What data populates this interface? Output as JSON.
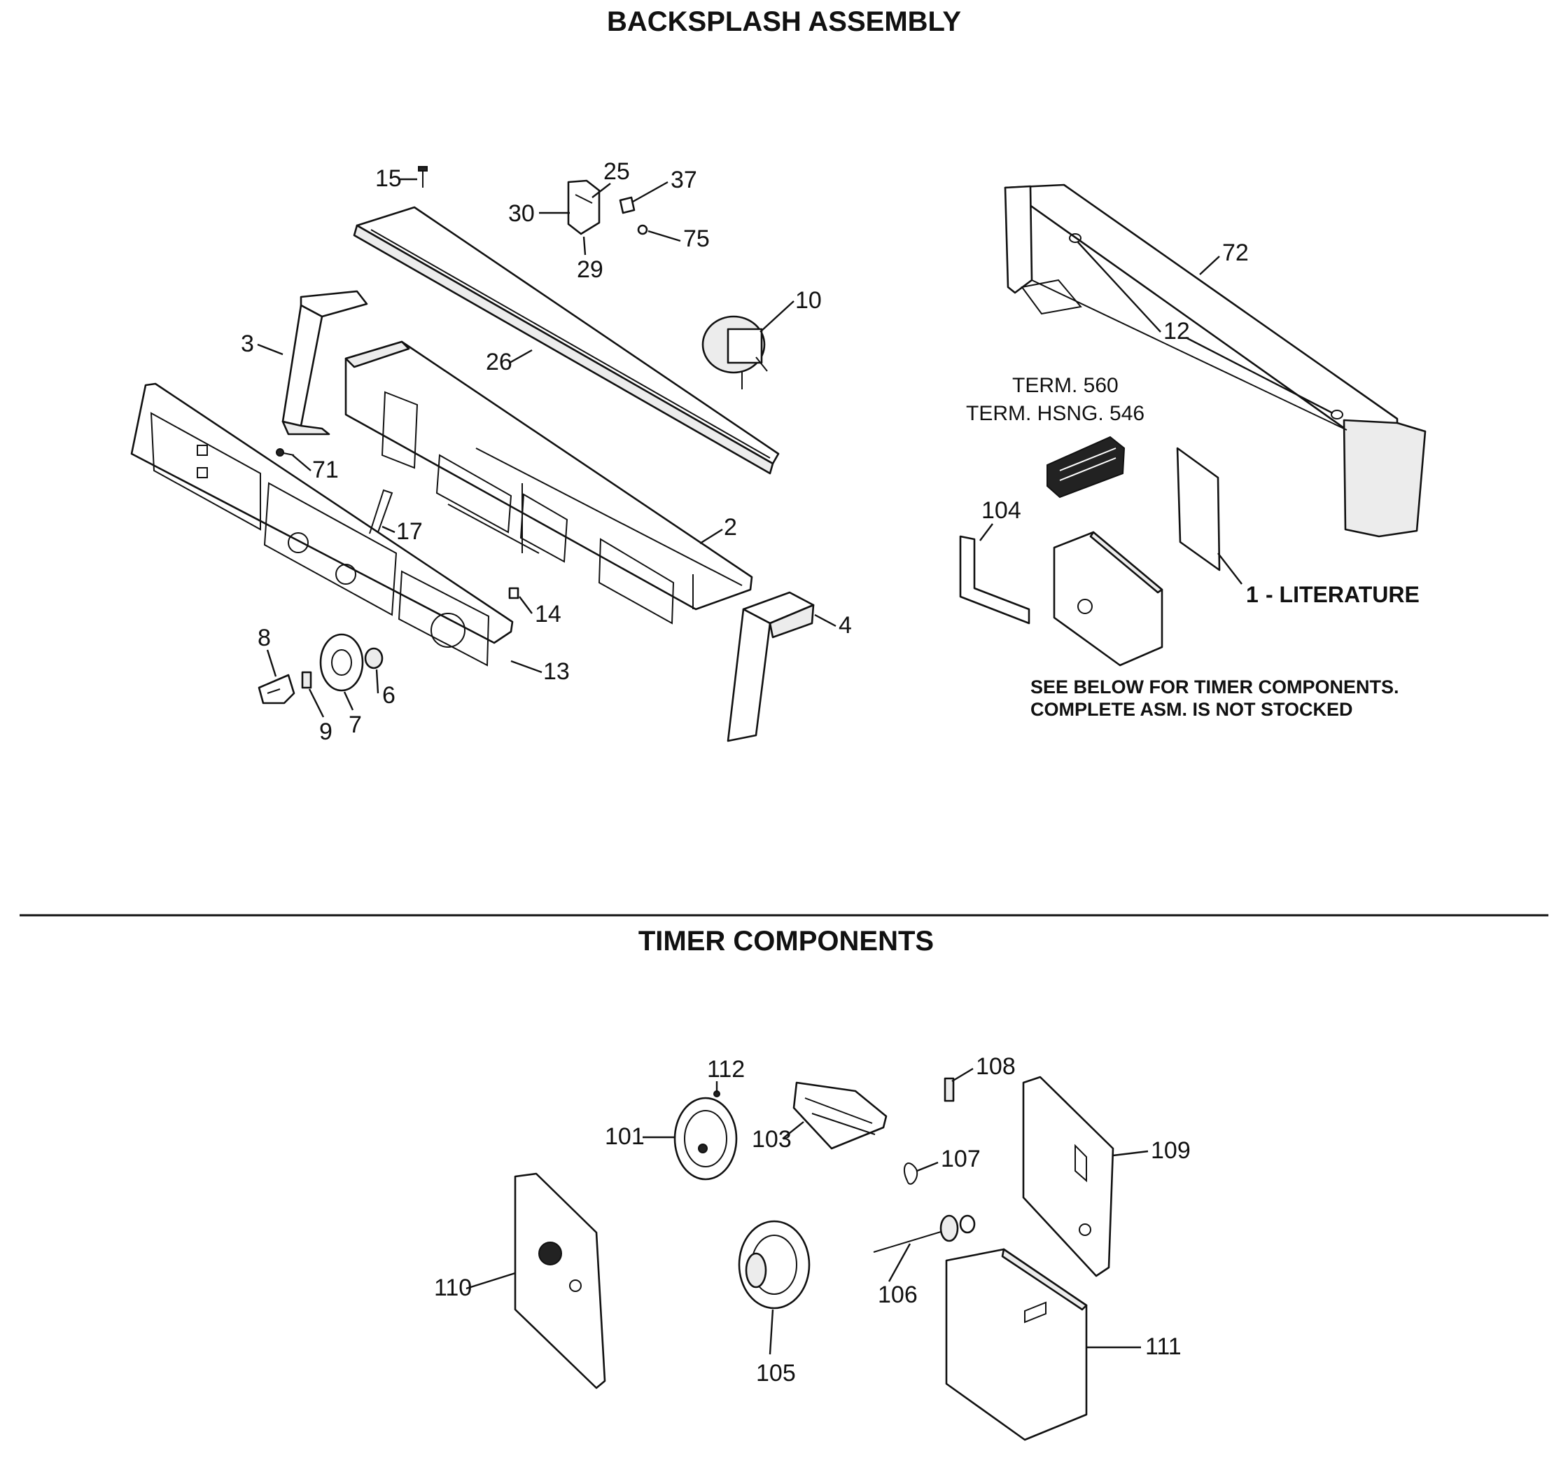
{
  "headings": {
    "backsplash": "BACKSPLASH ASSEMBLY",
    "timer": "TIMER COMPONENTS"
  },
  "callouts": {
    "c15": "15",
    "c25": "25",
    "c37": "37",
    "c30": "30",
    "c75": "75",
    "c29": "29",
    "c10": "10",
    "c3": "3",
    "c26": "26",
    "c71": "71",
    "c17": "17",
    "c2": "2",
    "c14": "14",
    "c8": "8",
    "c6": "6",
    "c9": "9",
    "c7": "7",
    "c13": "13",
    "c4": "4",
    "c72": "72",
    "c12": "12",
    "c104": "104",
    "c1": "1",
    "c112": "112",
    "c101": "101",
    "c103": "103",
    "c108": "108",
    "c107": "107",
    "c109": "109",
    "c110": "110",
    "c106": "106",
    "c105": "105",
    "c111": "111"
  },
  "terminal_labels": {
    "term": "TERM. 560",
    "housing": "TERM. HSNG. 546"
  },
  "literature_label": "- LITERATURE",
  "notes": {
    "line1": "SEE BELOW FOR TIMER COMPONENTS.",
    "line2": "COMPLETE ASM. IS NOT STOCKED"
  }
}
